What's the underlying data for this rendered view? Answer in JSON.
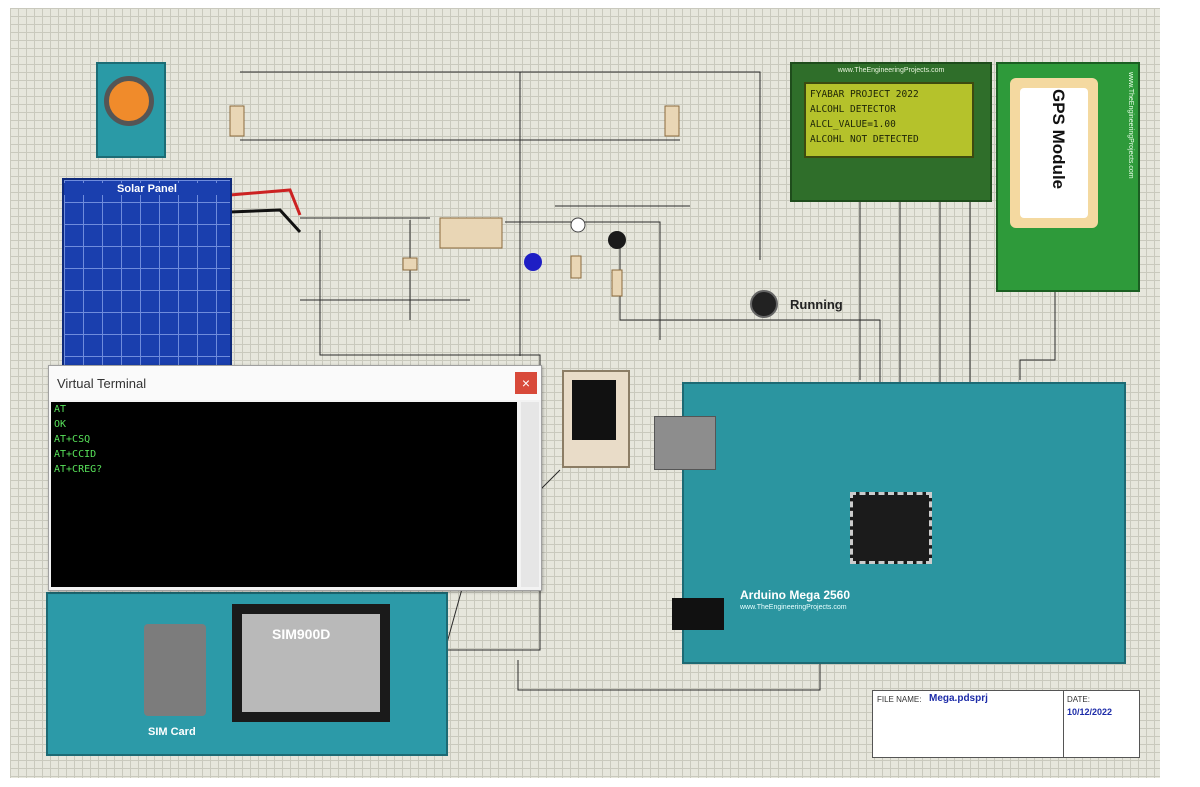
{
  "lcd": {
    "url": "www.TheEngineeringProjects.com",
    "lines": [
      "FYABAR PROJECT 2022",
      "ALCOHL DETECTOR",
      "ALCL_VALUE=1.00",
      "ALCOHL NOT DETECTED"
    ]
  },
  "gps": {
    "title": "GPS Module",
    "side_url": "www.TheEngineeringProjects.com"
  },
  "solar": {
    "title": "Solar Panel"
  },
  "buzzer": {
    "label": "Running"
  },
  "terminal": {
    "title": "Virtual Terminal",
    "close": "×",
    "lines": [
      "AT",
      "OK",
      "AT+CSQ",
      "AT+CCID",
      "AT+CREG?"
    ]
  },
  "sim": {
    "chip": "SIM900D",
    "card": "SIM Card"
  },
  "mega": {
    "label": "Arduino Mega 2560",
    "url": "www.TheEngineeringProjects.com"
  },
  "titleblock": {
    "file_label": "FILE NAME:",
    "file_value": "Mega.pdsprj",
    "date_label": "DATE:",
    "date_value": "10/12/2022"
  }
}
